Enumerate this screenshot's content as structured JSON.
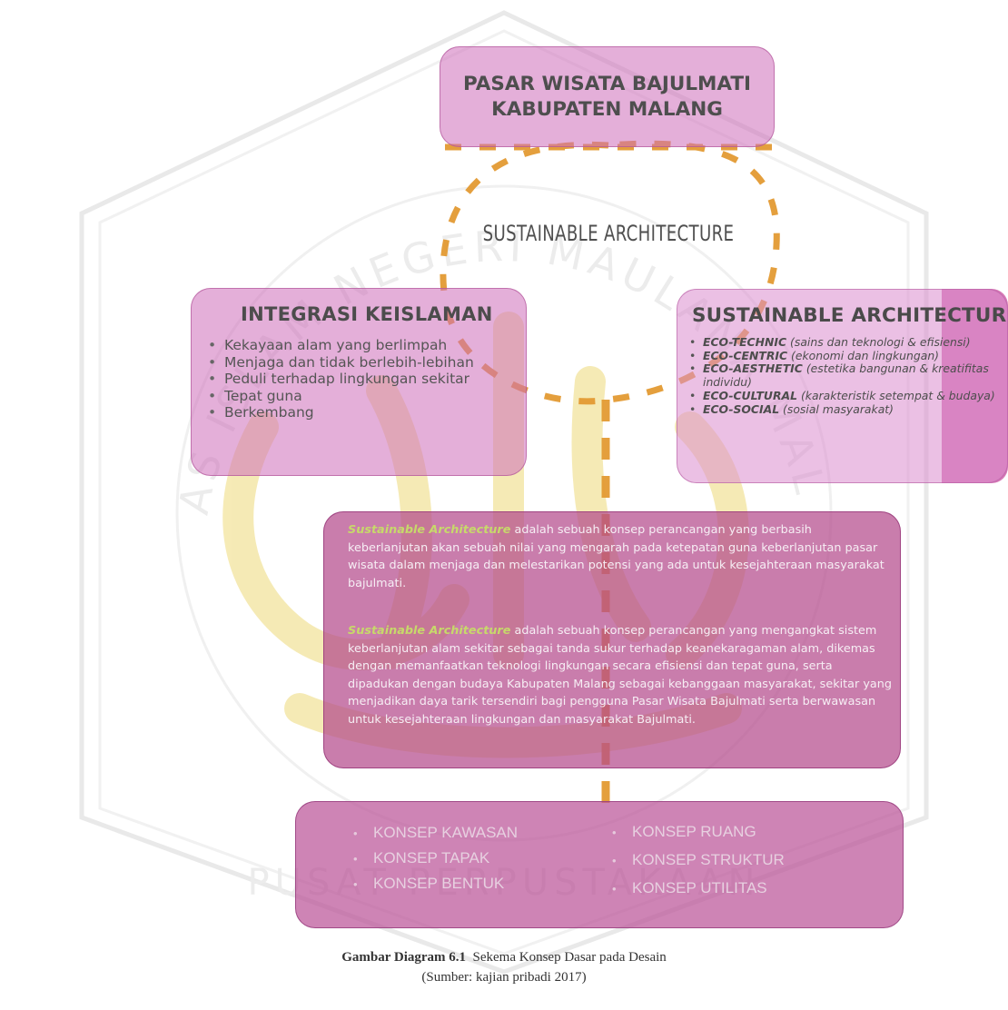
{
  "top_box": {
    "line1": "PASAR WISATA BAJULMATI",
    "line2": "KABUPATEN MALANG"
  },
  "ring_label": "SUSTAINABLE ARCHITECTURE",
  "left_box": {
    "title": "INTEGRASI KEISLAMAN",
    "items": [
      "Kekayaan alam yang berlimpah",
      "Menjaga dan tidak berlebih-lebihan",
      "Peduli terhadap lingkungan sekitar",
      "Tepat guna",
      "Berkembang"
    ]
  },
  "right_box": {
    "title": "SUSTAINABLE ARCHITECTURE",
    "items": [
      {
        "head": "ECO-TECHNIC",
        "rest": " (sains dan teknologi & efisiensi)"
      },
      {
        "head": "ECO-CENTRIC",
        "rest": " (ekonomi dan lingkungan)"
      },
      {
        "head": "ECO-AESTHETIC",
        "rest": " (estetika bangunan & kreatifitas individu)"
      },
      {
        "head": "ECO-CULTURAL",
        "rest": " (karakteristik setempat & budaya)"
      },
      {
        "head": "ECO-SOCIAL",
        "rest": " (sosial masyarakat)"
      }
    ]
  },
  "center_box": {
    "emphasis": "Sustainable Architecture",
    "paragraph1": " adalah sebuah konsep perancangan yang berbasih keberlanjutan akan sebuah nilai yang mengarah pada ketepatan guna keberlanjutan pasar wisata dalam menjaga dan melestarikan potensi yang ada untuk kesejahteraan masyarakat bajulmati.",
    "paragraph2": " adalah sebuah konsep perancangan yang mengangkat sistem keberlanjutan alam sekitar sebagai tanda sukur terhadap keanekaragaman alam, dikemas dengan memanfaatkan teknologi lingkungan secara efisiensi dan tepat guna, serta dipadukan dengan budaya Kabupaten Malang sebagai kebanggaan masyarakat, sekitar yang menjadikan daya tarik tersendiri bagi pengguna Pasar Wisata Bajulmati serta berwawasan untuk kesejahteraan lingkungan dan masyarakat Bajulmati."
  },
  "bottom_box": {
    "col1": [
      "KONSEP KAWASAN",
      "KONSEP TAPAK",
      "KONSEP BENTUK"
    ],
    "col2": [
      "KONSEP RUANG",
      "KONSEP STRUKTUR",
      "KONSEP UTILITAS"
    ]
  },
  "caption": {
    "label": "Gambar Diagram 6.1",
    "title": "Sekema Konsep Dasar pada Desain",
    "source": "(Sumber: kajian pribadi 2017)"
  },
  "watermark": {
    "arc_text": "UNIVERSITAS ISLAM NEGERI MAULANA MALIK IBRAHIM",
    "bottom_text": "PUSAT PERPUSTAKAAN"
  },
  "colors": {
    "box_pink": "#cd6eb9",
    "box_magenta": "#b44b8c",
    "dash_orange": "#e39a33",
    "emphasis_green": "#c7d96a"
  }
}
